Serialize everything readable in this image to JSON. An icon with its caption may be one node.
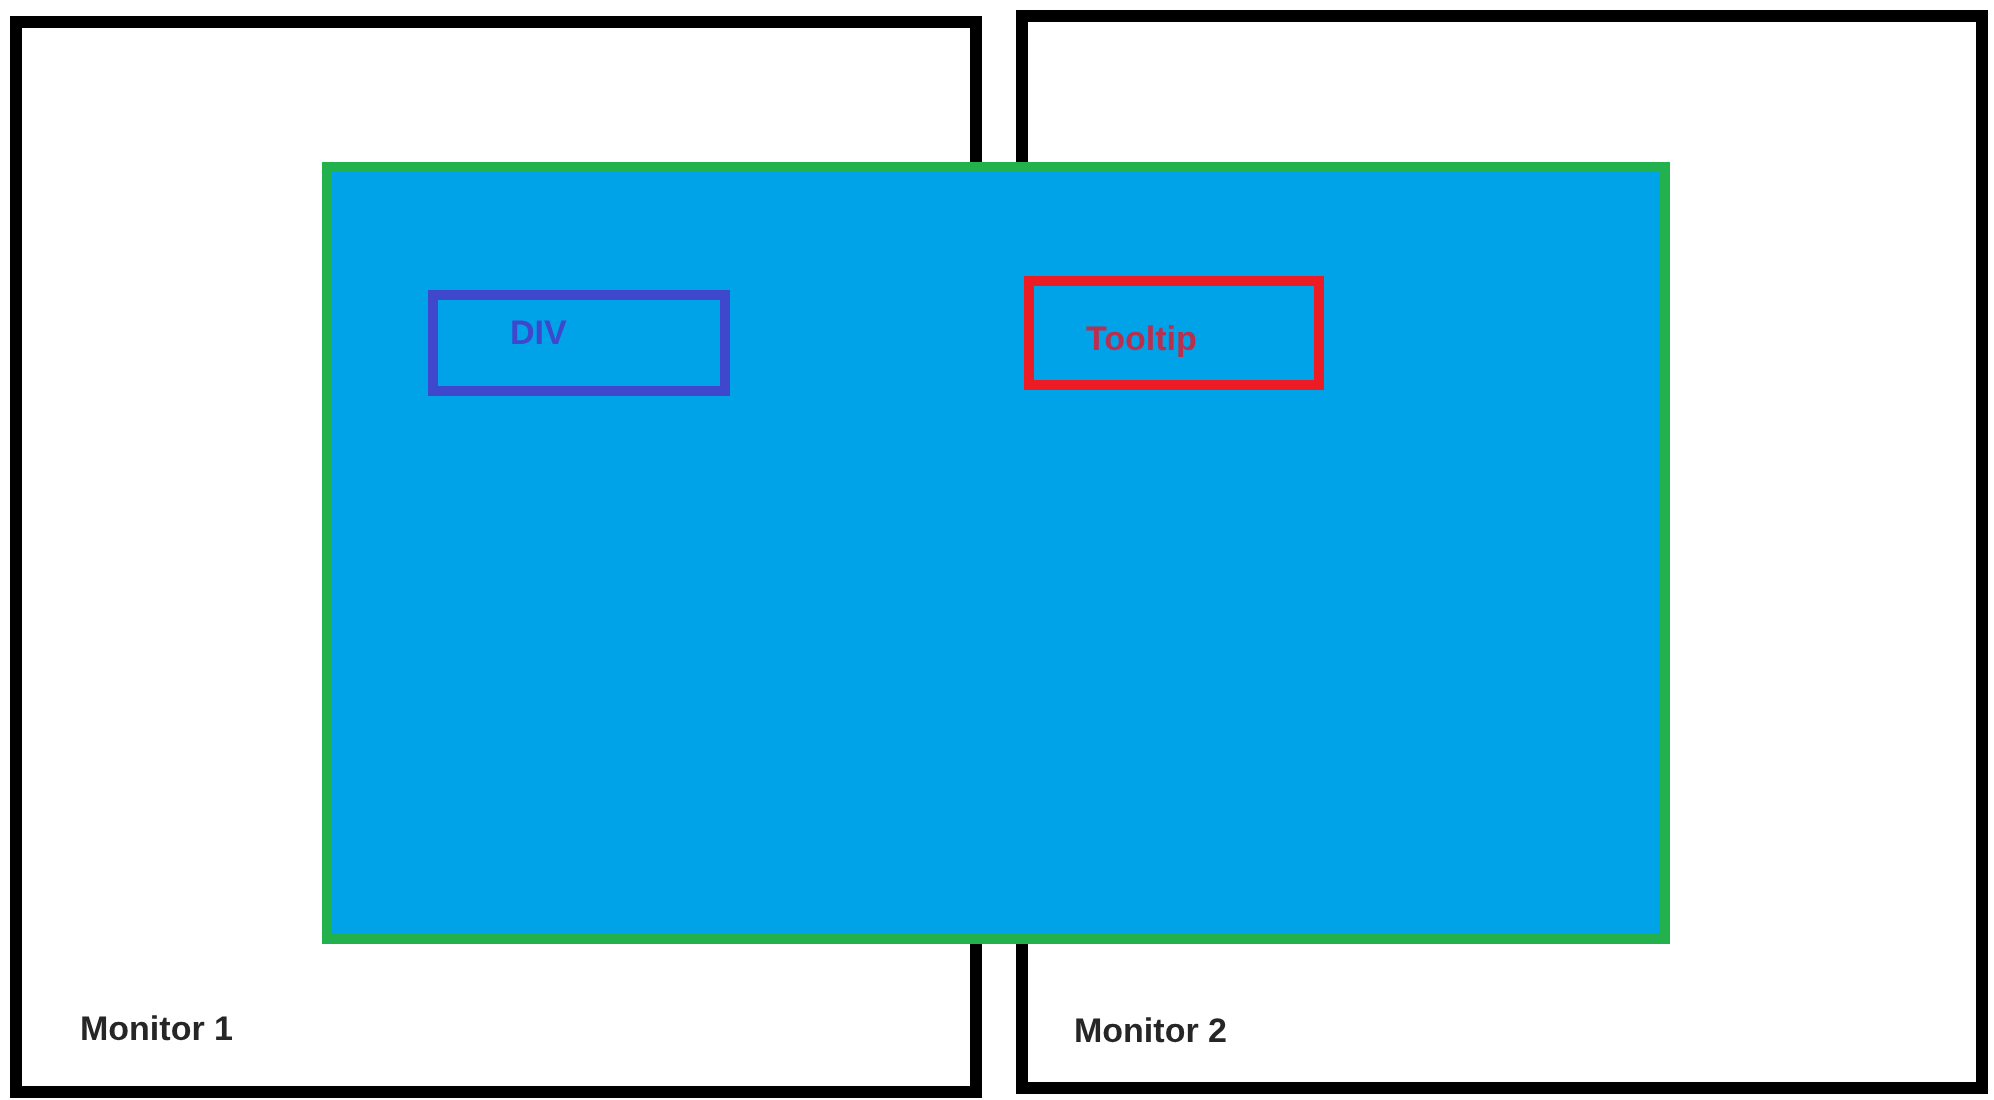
{
  "diagram": {
    "nodes": [
      {
        "text": [
          "Monitor 1"
        ]
      },
      {
        "text": [
          "Monitor 2"
        ]
      },
      {
        "text": [],
        "shape": "box"
      },
      {
        "text": [
          "DIV"
        ]
      },
      {
        "text": [
          "Tooltip"
        ]
      }
    ]
  }
}
